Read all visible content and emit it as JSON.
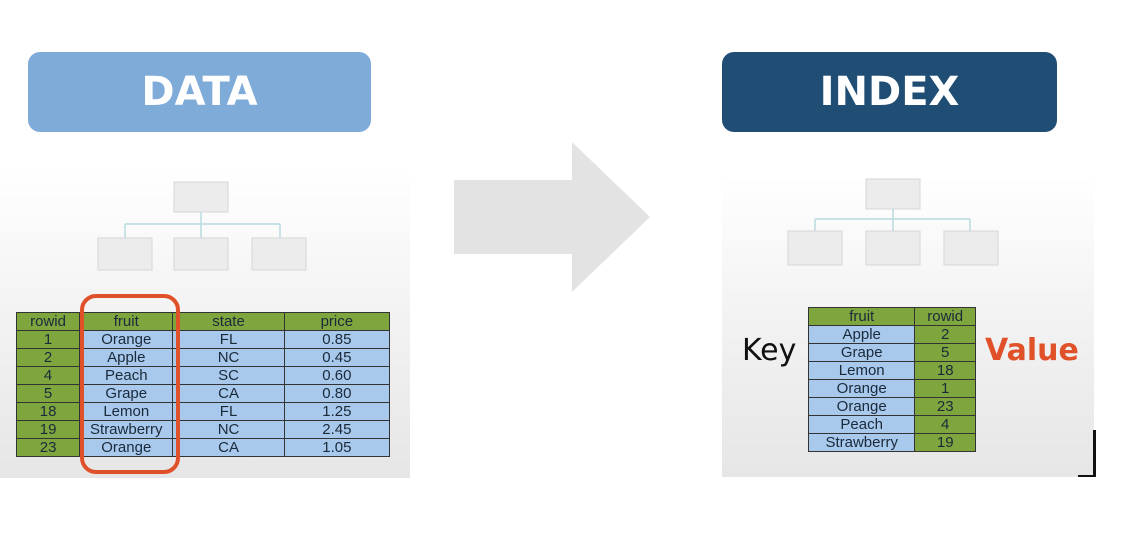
{
  "data_title": "DATA",
  "index_title": "INDEX",
  "data_table": {
    "headers": [
      "rowid",
      "fruit",
      "state",
      "price"
    ],
    "rows": [
      [
        "1",
        "Orange",
        "FL",
        "0.85"
      ],
      [
        "2",
        "Apple",
        "NC",
        "0.45"
      ],
      [
        "4",
        "Peach",
        "SC",
        "0.60"
      ],
      [
        "5",
        "Grape",
        "CA",
        "0.80"
      ],
      [
        "18",
        "Lemon",
        "FL",
        "1.25"
      ],
      [
        "19",
        "Strawberry",
        "NC",
        "2.45"
      ],
      [
        "23",
        "Orange",
        "CA",
        "1.05"
      ]
    ]
  },
  "index_table": {
    "headers": [
      "fruit",
      "rowid"
    ],
    "rows": [
      [
        "Apple",
        "2"
      ],
      [
        "Grape",
        "5"
      ],
      [
        "Lemon",
        "18"
      ],
      [
        "Orange",
        "1"
      ],
      [
        "Orange",
        "23"
      ],
      [
        "Peach",
        "4"
      ],
      [
        "Strawberry",
        "19"
      ]
    ]
  },
  "key_label": "Key",
  "value_label": "Value",
  "colors": {
    "data_title_bg": "#7fabd9",
    "index_title_bg": "#1f4d74",
    "header_green": "#7fa63e",
    "cell_blue": "#a8c8ec",
    "highlight_orange": "#e0512a",
    "arrow_gray": "#e3e3e3"
  }
}
